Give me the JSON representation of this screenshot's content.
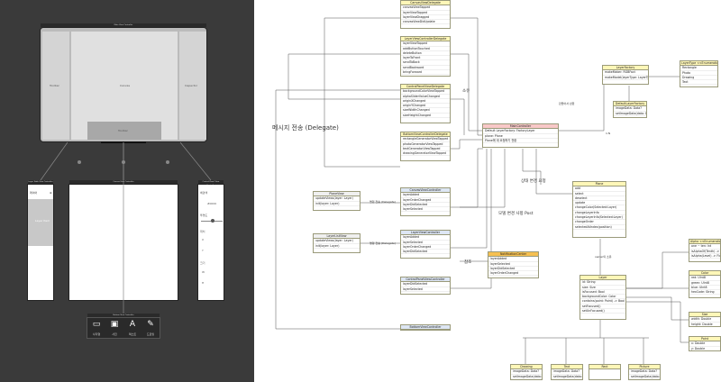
{
  "left": {
    "main_title": "Main View Controller",
    "main_left_label": "Toolbar",
    "main_center_label": "Canvas",
    "main_right_label": "Inspector",
    "main_bottom_label": "Toolbar",
    "layer_title": "Layer Table View Controller",
    "layer_header": "레이어",
    "layer_row": "Layer Item",
    "canvas_title": "Canvas View Controller",
    "panel_title": "Control Panel View Controller",
    "panel_items": [
      "배경색",
      "#0000",
      "투명도",
      "위치",
      "X",
      "Y",
      "크기",
      "W",
      "H"
    ],
    "bottom_title": "Bottom View Controller",
    "bottom_buttons": [
      {
        "icon": "▭",
        "label": "사각형"
      },
      {
        "icon": "▣",
        "label": "사진"
      },
      {
        "icon": "A",
        "label": "텍스트"
      },
      {
        "icon": "✎",
        "label": "드로잉"
      }
    ]
  },
  "right": {
    "delegate_note": "메시지 전송 (Delegate)",
    "owner_note": "소유",
    "command_note": "명령 전송 (Delegate)",
    "change_note": "상태 변경 요청",
    "post_note": "모델 변경 사항 Post",
    "own2_note": "owner의 소유",
    "ref_note": "참조",
    "sub_note": "1:N",
    "factory_note": "만들어서 반환",
    "canvas_delegate": {
      "title": "CanvasViewDelegate",
      "items": [
        "canvasViewTapped",
        "layerViewTapped",
        "layerViewDragged",
        "canvasViewDidUpdate"
      ]
    },
    "layer_delegate": {
      "title": "LayerViewControllerDelegate",
      "items": [
        "layerViewTapped",
        "addButtonTouched",
        "deleteButton",
        "layerToFront",
        "sendToBack",
        "sendBackward",
        "bringForward"
      ]
    },
    "panel_delegate": {
      "title": "ControlPanelViewDelegate",
      "items": [
        "backgroundColorViewTapped",
        "alphaSliderValueChanged",
        "originXChanged",
        "originYChanged",
        "sizeWidthChanged",
        "sizeHeightChanged"
      ]
    },
    "bottom_delegate": {
      "title": "BottomViewControllerDelegate",
      "items": [
        "rectangleGeneratorViewTapped",
        "photoGeneratorViewTapped",
        "textGeneratorViewTapped",
        "drawingGeneratorViewTapped"
      ]
    },
    "plane_view": {
      "title": "PlaneView",
      "items": [
        "updateViews(layer: Layer)",
        "init(layer: Layer)"
      ]
    },
    "layer_list_view": {
      "title": "LayerListView",
      "items": [
        "updateViews(layer: Layer)",
        "init(layer: Layer)"
      ]
    },
    "canvas_vc": {
      "title": "CanvasViewController",
      "items": [
        "layerAdded",
        "layerOrderChanged",
        "layerDidSelected",
        "layerSelected"
      ]
    },
    "layer_vc": {
      "title": "LayerViewController",
      "items": [
        "layerAdded",
        "layerSelected",
        "layerOrderChanged",
        "layerDidSelected"
      ]
    },
    "panel_vc": {
      "title": "ControlPanelViewController",
      "items": [
        "layerDidSelected",
        "layerSelected"
      ]
    },
    "bottom_vc": {
      "title": "BottomViewController",
      "items": []
    },
    "main_vc": {
      "title": "MainController",
      "items": [
        "Default LayerFactory: FactoryLayer",
        "plane: Plane",
        "Plane에 대 요청하기 전환"
      ]
    },
    "layer_factory": {
      "title": "LayerFactory",
      "items": [
        "makeMaker: RGBFact",
        "makeModel(layerType: LayerType) -> Layer"
      ]
    },
    "layer_type": {
      "title": "LayerType <<Enumeration>>",
      "items": [
        "Rectangle",
        "Photo",
        "Drawing",
        "Text"
      ]
    },
    "default_factory": {
      "title": "DefaultLayerFactory",
      "items": [
        "imageData: Data?",
        "setImageData(data: Data)"
      ]
    },
    "notification": {
      "title": "NotificationCenter",
      "items": [
        "layerAdded",
        "layerSelected",
        "layerDidSelected",
        "layerOrderChanged"
      ]
    },
    "plane": {
      "title": "Plane",
      "items": [
        "add",
        "select",
        "deselect",
        "update",
        "changeColor(Selected:Layer)",
        "changeLayerInfo",
        "changeLayerInfo(Selected:Layer)",
        "changeOrder",
        "selectedAtIndex(position)"
      ]
    },
    "alpha": {
      "title": "Alpha <<Enumeration>>",
      "items": [
        "one ~ ten: Int",
        "isAlphaOf(Tenth) -> CGFloat",
        "isAlpha(Level) -> Float"
      ]
    },
    "color": {
      "title": "Color",
      "items": [
        "red: UInt8",
        "green: UInt8",
        "blue: UInt8",
        "hexCode: String"
      ]
    },
    "layer": {
      "title": "Layer",
      "items": [
        "id: String",
        "size: Size",
        "isFocused: Bool",
        "backgroundColor: Color",
        "contains(point: Point) -> Bool",
        "setFocused()",
        "setUnFocused()"
      ]
    },
    "size": {
      "title": "Size",
      "items": [
        "width: Double",
        "height: Double"
      ]
    },
    "point": {
      "title": "Point",
      "items": [
        "x: Double",
        "y: Double"
      ]
    },
    "drawing": {
      "title": "Drawing",
      "items": [
        "imageData: Data?",
        "setImageData(data: Data)"
      ]
    },
    "text": {
      "title": "Text",
      "items": [
        "imageData: Data?",
        "setImageData(data: Data)"
      ]
    },
    "rect": {
      "title": "Rect",
      "items": []
    },
    "picture": {
      "title": "Picture",
      "items": [
        "imageData: Data?",
        "setImageData(data: Data)"
      ]
    }
  }
}
